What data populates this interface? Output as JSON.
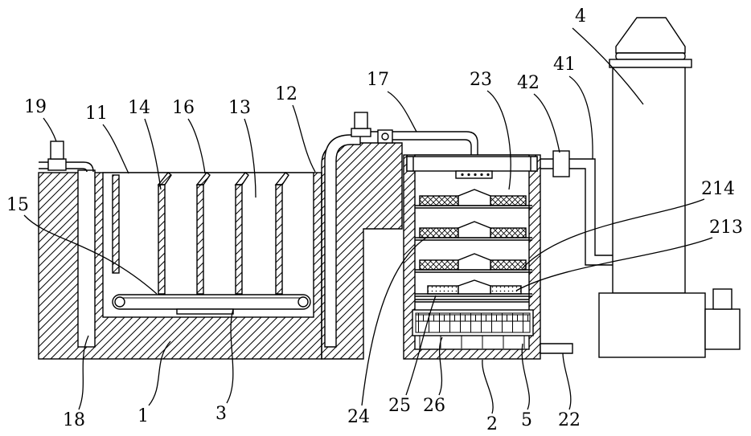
{
  "labels": [
    "4",
    "41",
    "42",
    "23",
    "17",
    "12",
    "13",
    "16",
    "14",
    "11",
    "19",
    "15",
    "214",
    "213",
    "18",
    "1",
    "3",
    "24",
    "25",
    "26",
    "2",
    "5",
    "22"
  ],
  "colors": {
    "ink": "#000000",
    "paper": "#ffffff"
  }
}
